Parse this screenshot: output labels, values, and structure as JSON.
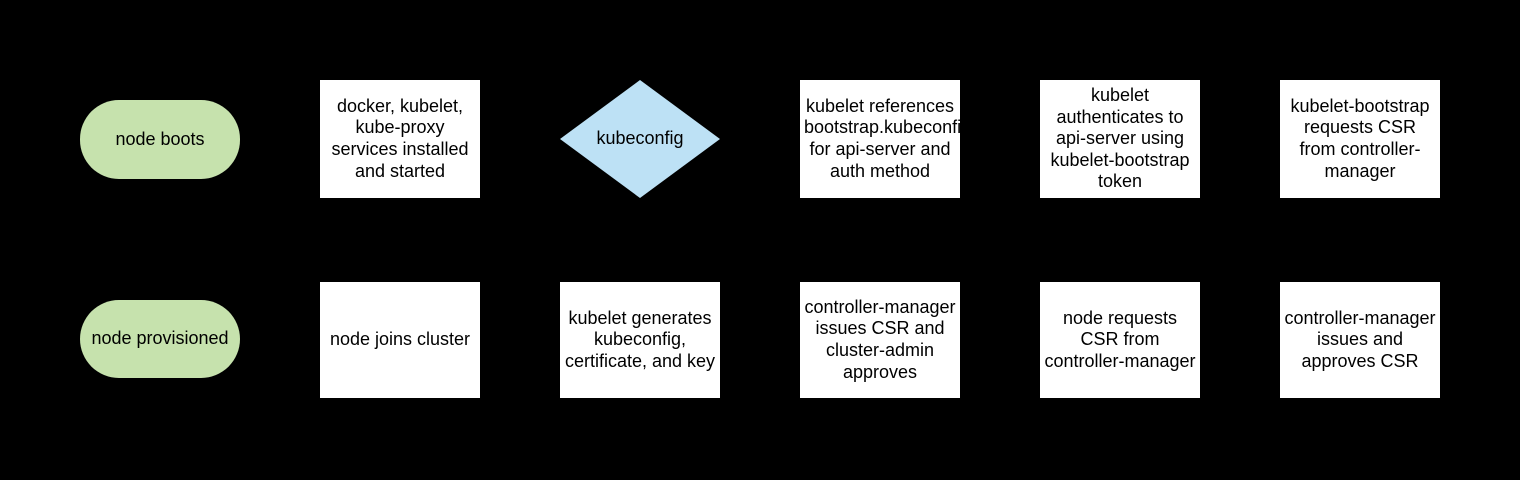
{
  "colors": {
    "background": "#000000",
    "terminator_fill": "#c6e2ad",
    "decision_fill": "#bde1f5",
    "process_fill": "#ffffff",
    "text": "#000000"
  },
  "diagram": {
    "description": "kubelet TLS bootstrapping flowchart",
    "rows": [
      {
        "nodes": [
          {
            "type": "terminator",
            "label": "node boots"
          },
          {
            "type": "process",
            "label": "docker, kubelet, kube-proxy services installed and started"
          },
          {
            "type": "decision",
            "label": "kubeconfig"
          },
          {
            "type": "process",
            "label": "kubelet references bootstrap.kubeconfig for api-server and auth method"
          },
          {
            "type": "process",
            "label": "kubelet authenticates to api-server using kubelet-bootstrap token"
          },
          {
            "type": "process",
            "label": "kubelet-bootstrap requests CSR from controller-manager"
          }
        ]
      },
      {
        "nodes": [
          {
            "type": "terminator",
            "label": "node provisioned"
          },
          {
            "type": "process",
            "label": "node joins cluster"
          },
          {
            "type": "process",
            "label": "kubelet generates kubeconfig, certificate, and key"
          },
          {
            "type": "process",
            "label": "controller-manager issues CSR and cluster-admin approves"
          },
          {
            "type": "process",
            "label": "node requests CSR from controller-manager"
          },
          {
            "type": "process",
            "label": "controller-manager issues and approves CSR"
          }
        ]
      }
    ]
  }
}
